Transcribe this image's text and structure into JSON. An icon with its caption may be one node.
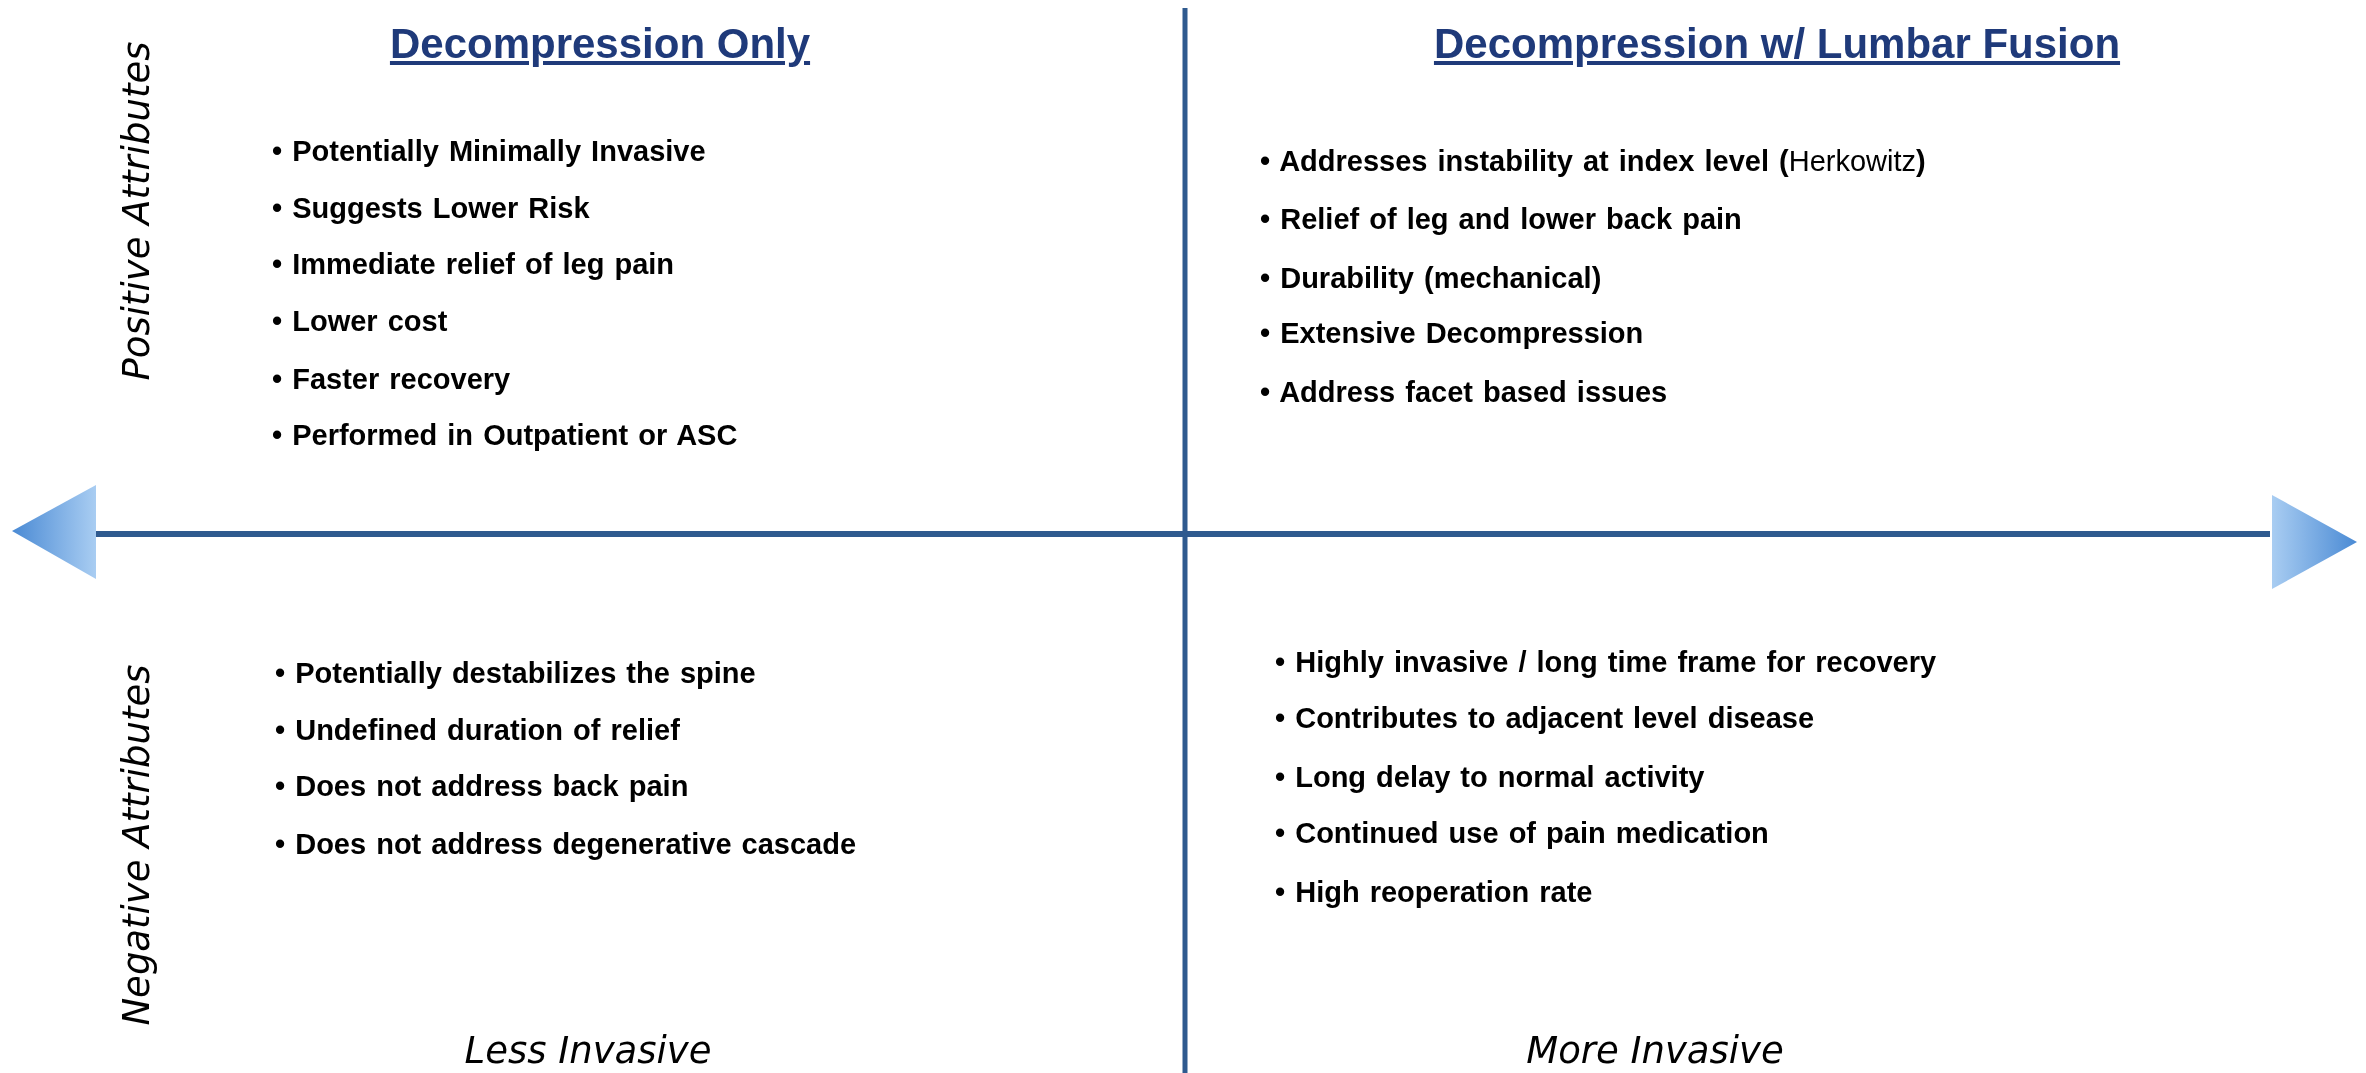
{
  "diagram": {
    "labels": [
      "Positive Attributes",
      "Decompression Only",
      "Decompression w/ Lumbar Fusion",
      "• Potentially Minimally Invasive",
      "• Suggests Lower Risk",
      "• Immediate relief of leg pain",
      "• Lower cost",
      "• Faster recovery",
      "• Performed in Outpatient or ASC",
      "**• Addresses instability at index level (**Herkowitz**)**",
      "• Relief of leg and lower back pain",
      "• Durability (mechanical)",
      "• Extensive Decompression",
      "• Address facet based issues",
      "Negative Attributes",
      "• Potentially destabilizes the spine",
      "• Undefined duration of relief",
      "• Does not address back pain",
      "• Does not address degenerative cascade",
      "• Highly invasive / long time frame for recovery",
      "• Contributes to adjacent level disease",
      "• Long delay to normal activity",
      "• Continued use of pain medication",
      "• High reoperation rate",
      "Less Invasive",
      "More Invasive"
    ]
  }
}
